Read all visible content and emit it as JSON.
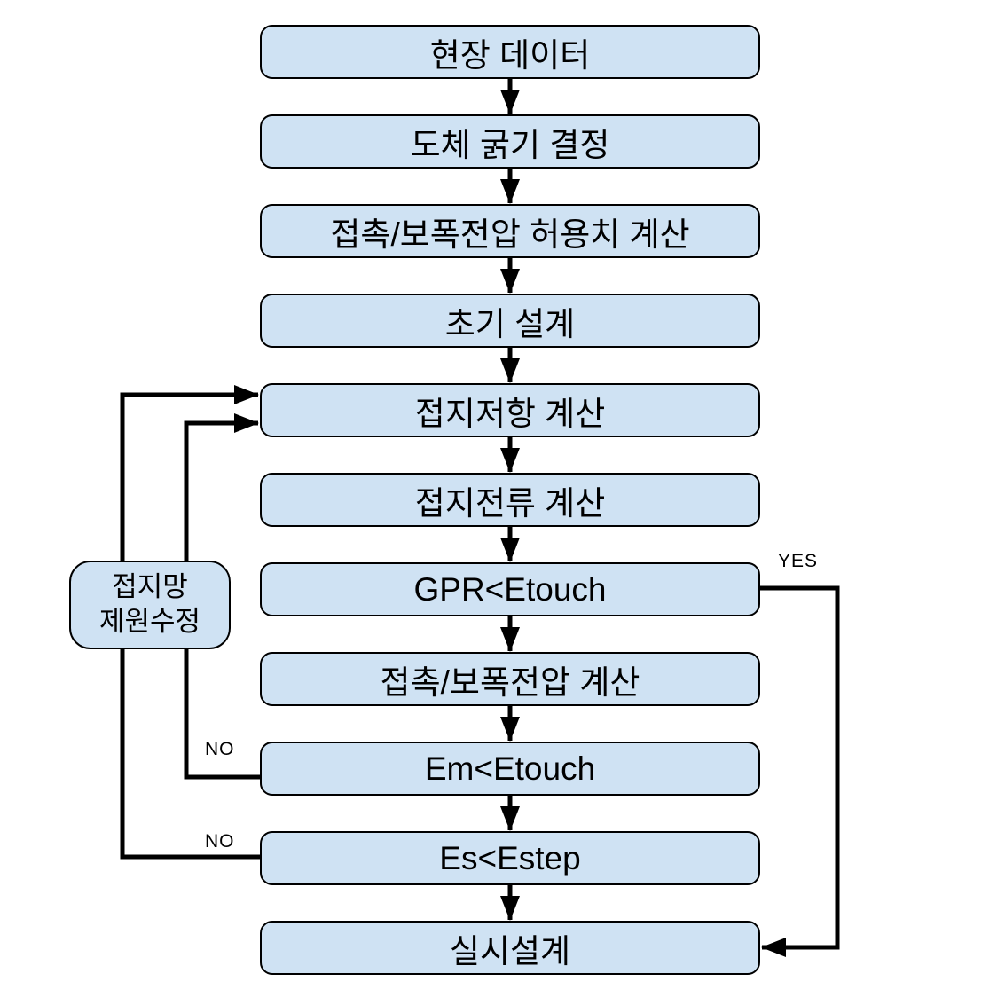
{
  "diagram": {
    "type": "flowchart",
    "nodes": [
      {
        "id": "field-data",
        "label": "현장 데이터"
      },
      {
        "id": "conductor-size",
        "label": "도체 굵기 결정"
      },
      {
        "id": "allowable-voltage-calc",
        "label": "접촉/보폭전압 허용치 계산"
      },
      {
        "id": "initial-design",
        "label": "초기 설계"
      },
      {
        "id": "ground-resistance-calc",
        "label": "접지저항 계산"
      },
      {
        "id": "ground-current-calc",
        "label": "접지전류 계산"
      },
      {
        "id": "gpr-check",
        "label": "GPR<Etouch"
      },
      {
        "id": "touch-step-voltage-calc",
        "label": "접촉/보폭전압 계산"
      },
      {
        "id": "em-check",
        "label": "Em<Etouch"
      },
      {
        "id": "es-check",
        "label": "Es<Estep"
      },
      {
        "id": "final-design",
        "label": "실시설계"
      }
    ],
    "side_node": {
      "id": "grounding-grid-revision",
      "line1": "접지망",
      "line2": "제원수정"
    },
    "edge_labels": {
      "yes": "YES",
      "no_em": "NO",
      "no_es": "NO"
    },
    "colors": {
      "node_fill": "#cfe2f3",
      "node_border": "#000000",
      "connector": "#000000",
      "background": "#ffffff"
    }
  }
}
